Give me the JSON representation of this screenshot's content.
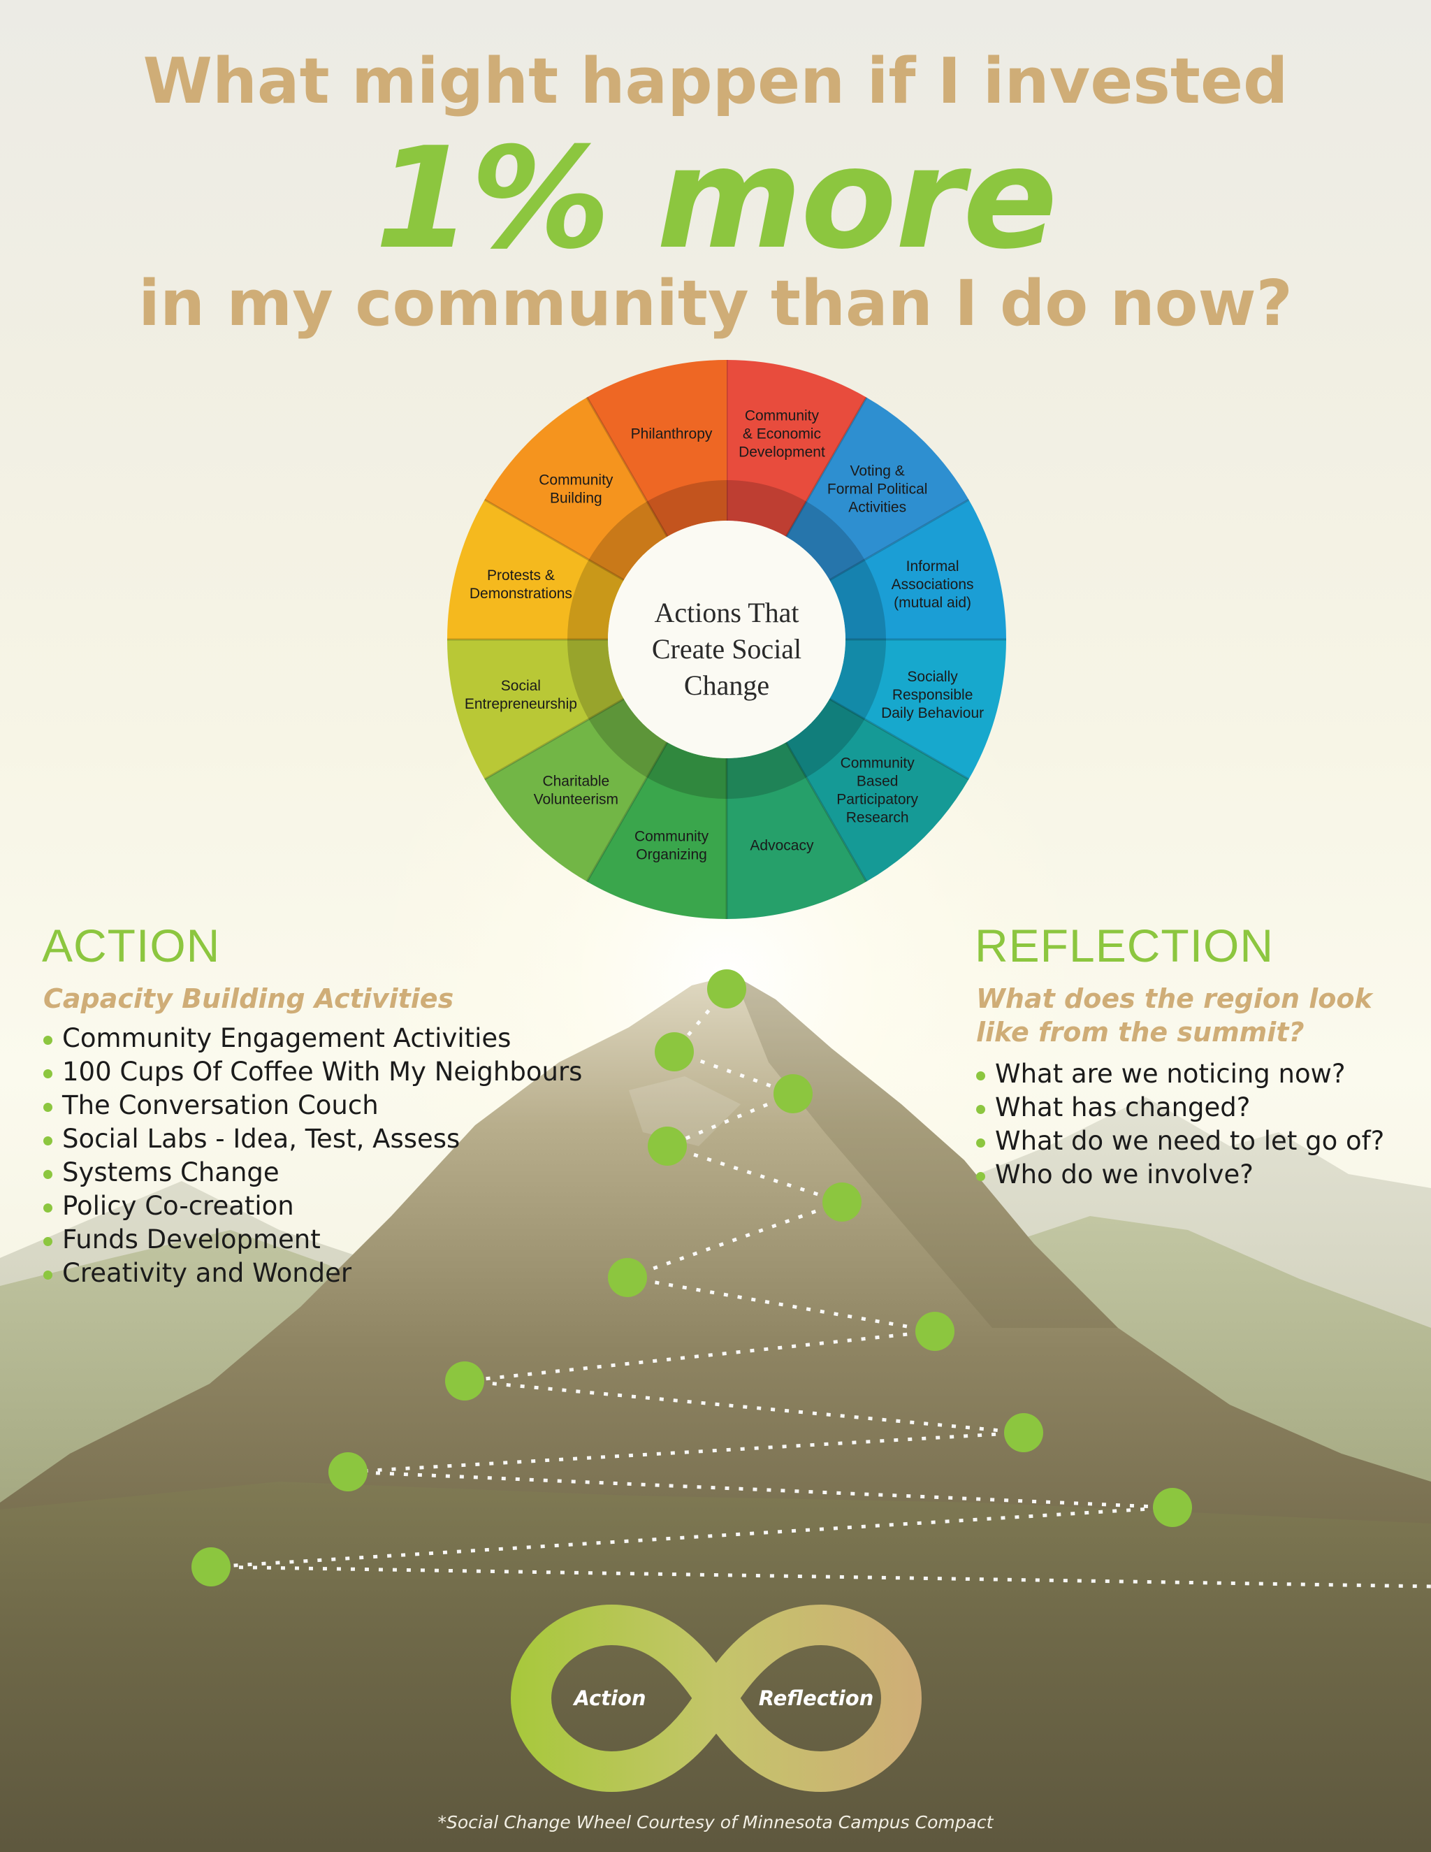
{
  "header": {
    "line1": "What might happen if I invested",
    "line2": "1% more",
    "line3": "in my community than I do now?"
  },
  "wheel": {
    "center": [
      "Actions That",
      "Create Social",
      "Change"
    ],
    "segments": [
      {
        "lines": [
          "Community",
          "& Economic",
          "Development"
        ],
        "color": "#e84c3d"
      },
      {
        "lines": [
          "Voting &",
          "Formal Political",
          "Activities"
        ],
        "color": "#2e8fd0"
      },
      {
        "lines": [
          "Informal",
          "Associations",
          "(mutual aid)"
        ],
        "color": "#1b9ed5"
      },
      {
        "lines": [
          "Socially",
          "Responsible",
          "Daily Behaviour"
        ],
        "color": "#17a8cd"
      },
      {
        "lines": [
          "Community",
          "Based",
          "Participatory",
          "Research"
        ],
        "color": "#159a96"
      },
      {
        "lines": [
          "Advocacy"
        ],
        "color": "#26a06a"
      },
      {
        "lines": [
          "Community",
          "Organizing"
        ],
        "color": "#3aa64c"
      },
      {
        "lines": [
          "Charitable",
          "Volunteerism"
        ],
        "color": "#72b646"
      },
      {
        "lines": [
          "Social",
          "Entrepreneurship"
        ],
        "color": "#b9c836"
      },
      {
        "lines": [
          "Protests &",
          "Demonstrations"
        ],
        "color": "#f5b91e"
      },
      {
        "lines": [
          "Community",
          "Building"
        ],
        "color": "#f5941e"
      },
      {
        "lines": [
          "Philanthropy"
        ],
        "color": "#ee6724"
      }
    ]
  },
  "action": {
    "title": "ACTION",
    "subtitle": "Capacity Building Activities",
    "items": [
      "Community Engagement Activities",
      "100 Cups Of Coffee With My Neighbours",
      "The Conversation Couch",
      "Social Labs - Idea, Test, Assess",
      "Systems Change",
      "Policy Co-creation",
      "Funds Development",
      "Creativity and Wonder"
    ]
  },
  "reflection": {
    "title": "REFLECTION",
    "subtitle": "What does the region look like from the summit?",
    "items": [
      "What are we noticing now?",
      "What has changed?",
      "What do we need to let go of?",
      "Who do we involve?"
    ]
  },
  "infinity": {
    "left": "Action",
    "right": "Reflection"
  },
  "credit": "*Social Change Wheel Courtesy of Minnesota Campus Compact",
  "colors": {
    "accent_green": "#8cc63f",
    "tan": "#cfad77"
  }
}
